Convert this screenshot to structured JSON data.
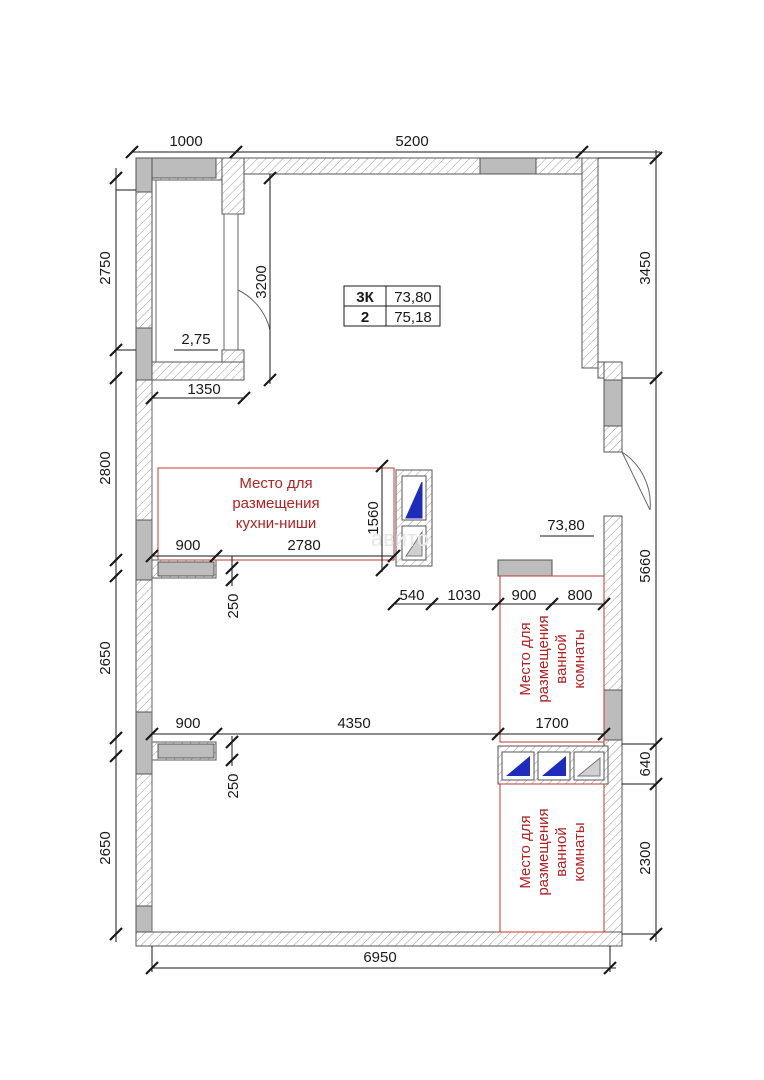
{
  "badge": {
    "rooms": "3К",
    "area_total": "73,80",
    "floor": "2",
    "area_with_balcony": "75,18"
  },
  "rooms": {
    "main_area": "73,80",
    "balcony_area": "2,75"
  },
  "zones": {
    "kitchen": [
      "Место для",
      "размещения",
      "кухни-ниши"
    ],
    "bath1": [
      "Место для",
      "размещения",
      "ванной",
      "комнаты"
    ],
    "bath2": [
      "Место для",
      "размещения",
      "ванной",
      "комнаты"
    ]
  },
  "dimensions": {
    "top_balcony": "1000",
    "top_main": "5200",
    "left_2750": "2750",
    "left_2800": "2800",
    "left_2650a": "2650",
    "left_2650b": "2650",
    "right_3450": "3450",
    "right_5660": "5660",
    "right_640": "640",
    "right_2300": "2300",
    "balcony_3200": "3200",
    "balcony_1350": "1350",
    "kitchen_1560": "1560",
    "row1_900": "900",
    "row1_2780": "2780",
    "wall1_250": "250",
    "row2_540": "540",
    "row2_1030": "1030",
    "row2_900": "900",
    "row2_800": "800",
    "row3_900": "900",
    "row3_4350": "4350",
    "row3_1700": "1700",
    "wall2_250": "250",
    "bottom_6950": "6950"
  },
  "watermark": "авито"
}
